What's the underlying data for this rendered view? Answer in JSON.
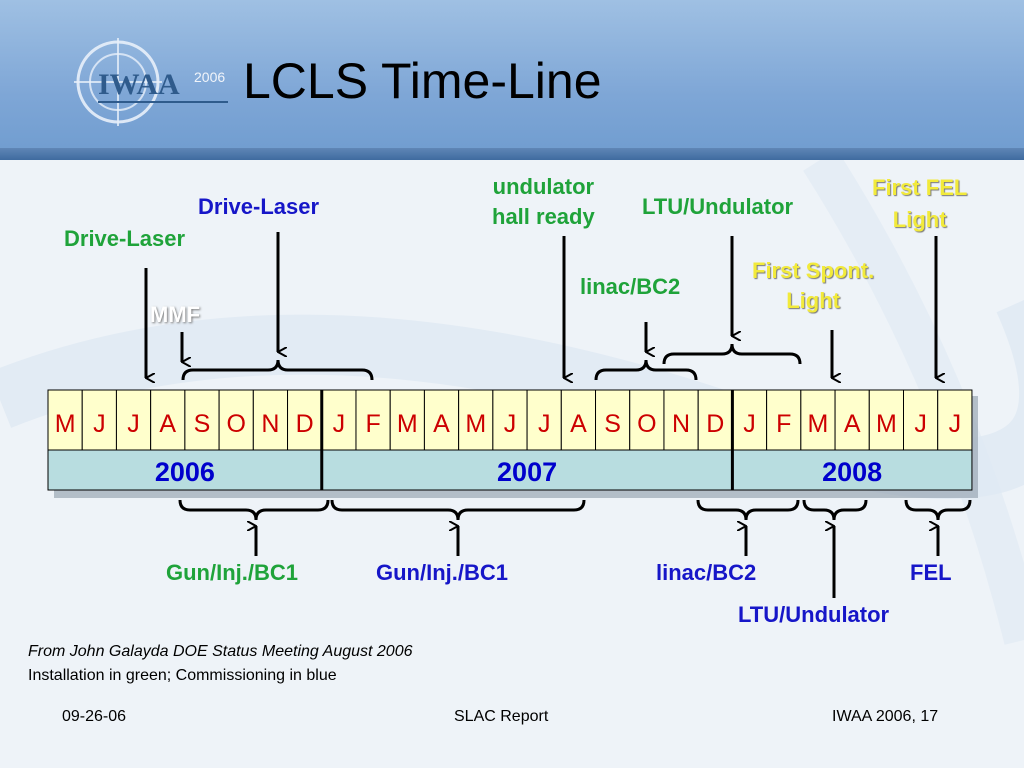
{
  "slide": {
    "title": "LCLS Time-Line",
    "logo_text": "IWAA",
    "logo_year": "2006"
  },
  "timeline": {
    "months": [
      "M",
      "J",
      "J",
      "A",
      "S",
      "O",
      "N",
      "D",
      "J",
      "F",
      "M",
      "A",
      "M",
      "J",
      "J",
      "A",
      "S",
      "O",
      "N",
      "D",
      "J",
      "F",
      "M",
      "A",
      "M",
      "J",
      "J"
    ],
    "years": [
      "2006",
      "2007",
      "2008"
    ],
    "colors": {
      "month_cell": "#ffffcc",
      "month_text": "#cc0000",
      "year_band": "#b8dde0",
      "year_text": "#0000cc",
      "installation": "#1fa33a",
      "commissioning": "#1616c8",
      "milestone": "#f2ea3b"
    }
  },
  "top_labels": {
    "drive_laser_green": "Drive-Laser",
    "drive_laser_blue": "Drive-Laser",
    "mmf": "MMF",
    "undulator_hall_line1": "undulator",
    "undulator_hall_line2": "hall ready",
    "ltu_undulator_green": "LTU/Undulator",
    "linac_bc2_green": "linac/BC2",
    "first_spont_line1": "First Spont.",
    "first_spont_line2": "Light",
    "first_fel_line1": "First FEL",
    "first_fel_line2": "Light"
  },
  "bottom_labels": {
    "gun_green": "Gun/Inj./BC1",
    "gun_blue": "Gun/Inj./BC1",
    "linac_bc2_blue": "linac/BC2",
    "fel_blue": "FEL",
    "ltu_undulator_blue": "LTU/Undulator"
  },
  "notes": {
    "source": "From John Galayda DOE Status Meeting August 2006",
    "legend": "Installation in green; Commissioning in blue"
  },
  "footer": {
    "date": "09-26-06",
    "center": "SLAC Report",
    "right": "IWAA 2006, 17"
  }
}
